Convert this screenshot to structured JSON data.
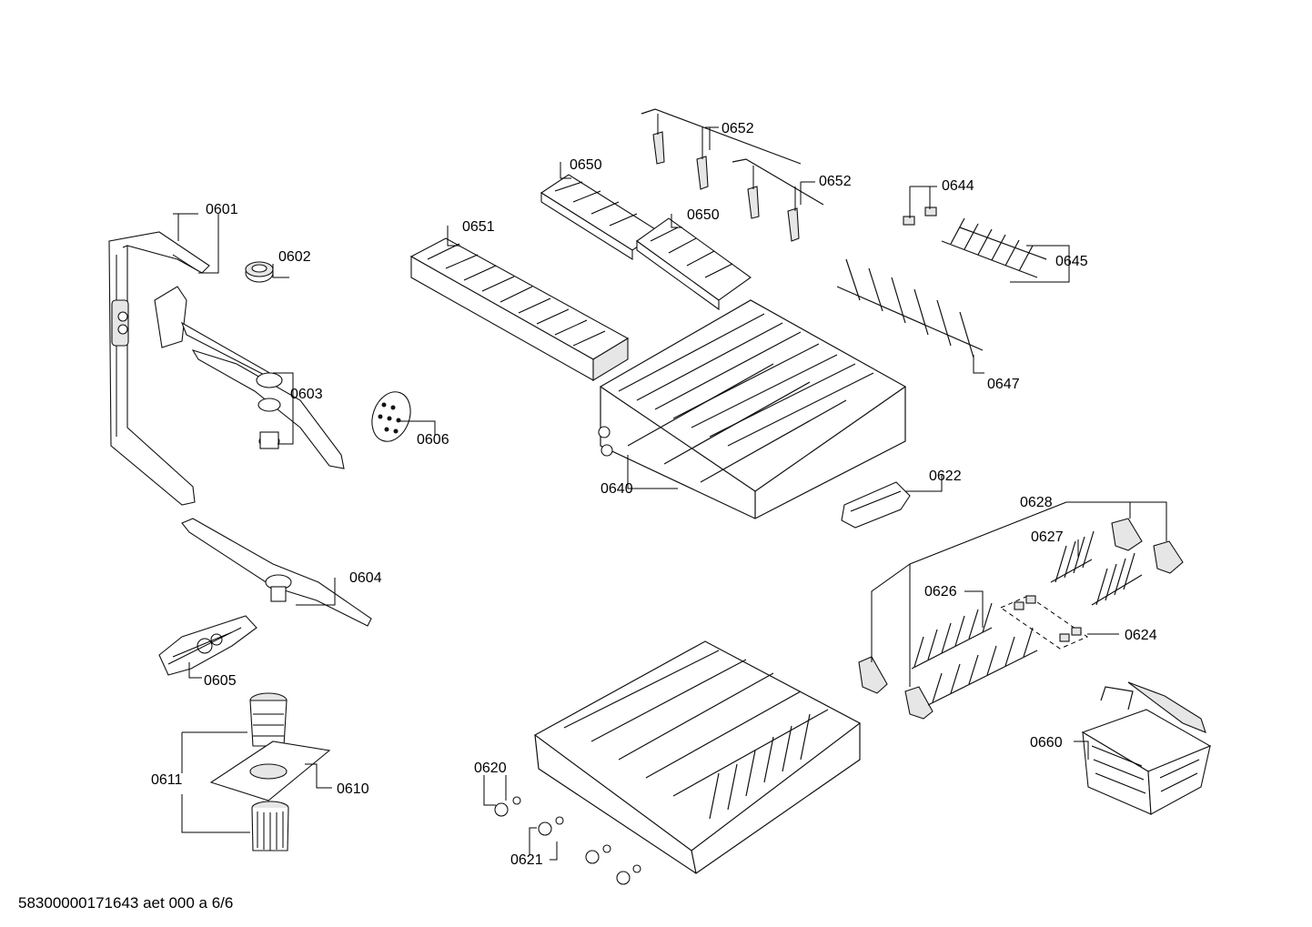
{
  "document_id": "58300000171643 aet 000 a 6/6",
  "parts": [
    {
      "id": "0601"
    },
    {
      "id": "0602"
    },
    {
      "id": "0603"
    },
    {
      "id": "0604"
    },
    {
      "id": "0605"
    },
    {
      "id": "0606"
    },
    {
      "id": "0610"
    },
    {
      "id": "0611"
    },
    {
      "id": "0620"
    },
    {
      "id": "0621"
    },
    {
      "id": "0622"
    },
    {
      "id": "0624"
    },
    {
      "id": "0626"
    },
    {
      "id": "0627"
    },
    {
      "id": "0628"
    },
    {
      "id": "0640"
    },
    {
      "id": "0644"
    },
    {
      "id": "0645"
    },
    {
      "id": "0647"
    },
    {
      "id": "0650"
    },
    {
      "id": "0650"
    },
    {
      "id": "0651"
    },
    {
      "id": "0652"
    },
    {
      "id": "0652"
    },
    {
      "id": "0660"
    }
  ]
}
